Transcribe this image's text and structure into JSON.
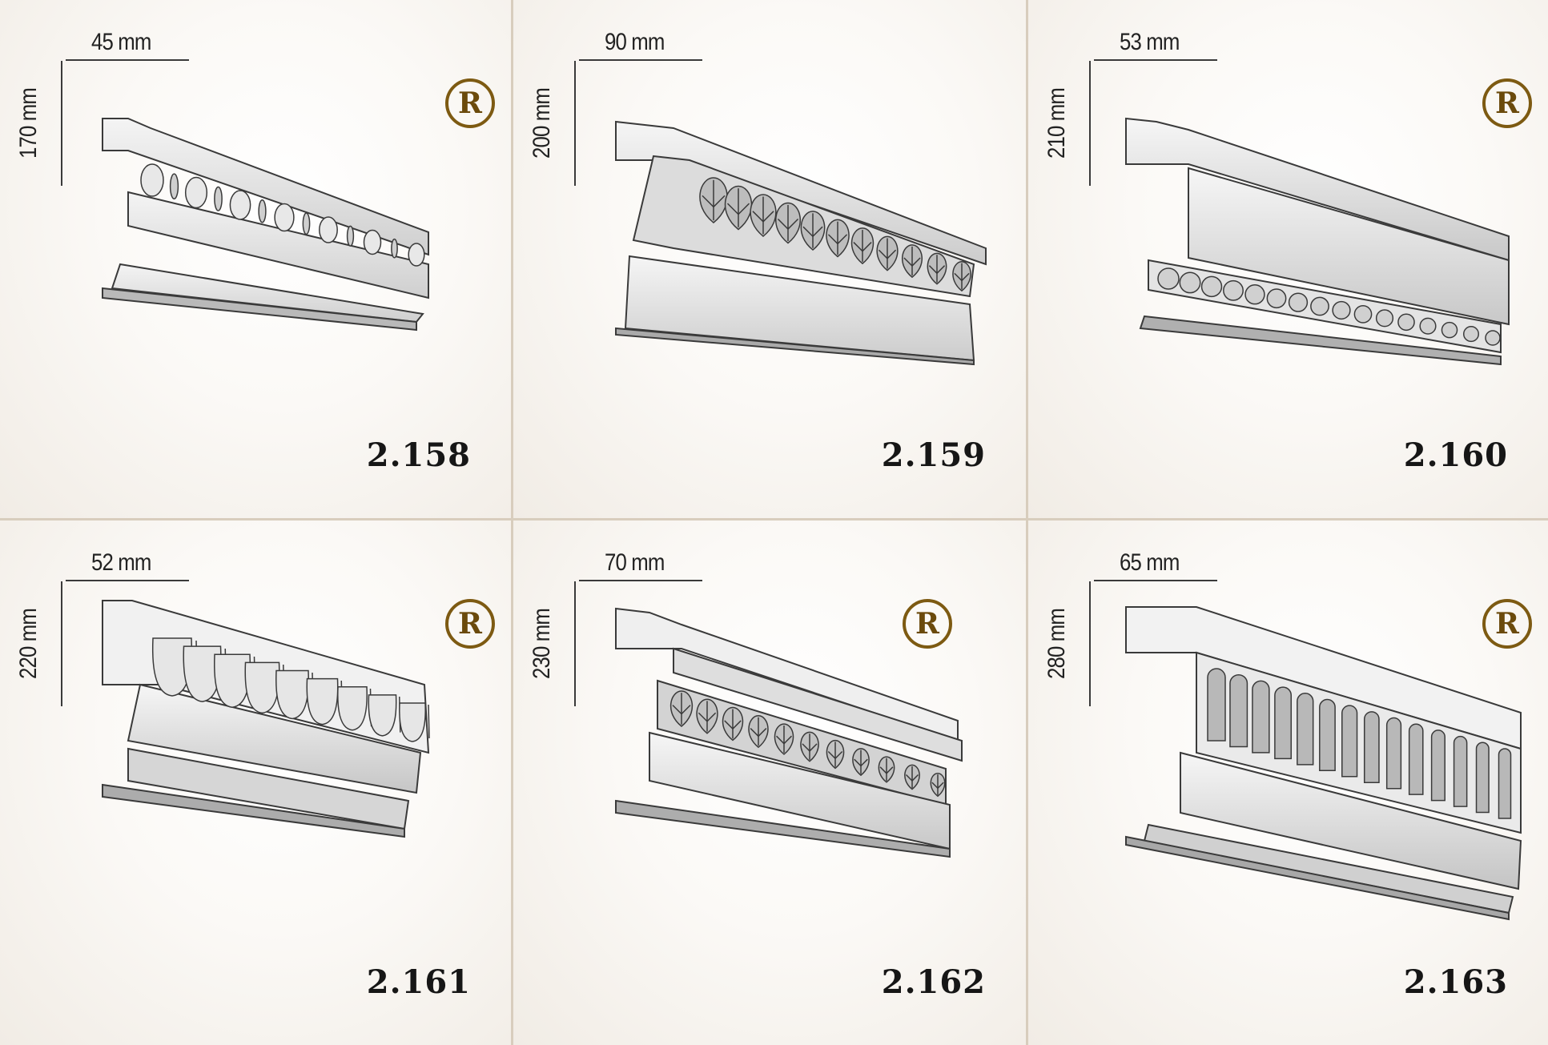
{
  "badge_letter": "R",
  "profiles": [
    {
      "code": "2.158",
      "width": "45 mm",
      "height": "170 mm",
      "ornament": "bead-and-reel",
      "badge": true
    },
    {
      "code": "2.159",
      "width": "90 mm",
      "height": "200 mm",
      "ornament": "acanthus-leaf",
      "badge": false
    },
    {
      "code": "2.160",
      "width": "53 mm",
      "height": "210 mm",
      "ornament": "pearl-beads",
      "badge": true
    },
    {
      "code": "2.161",
      "width": "52 mm",
      "height": "220 mm",
      "ornament": "egg-and-dart",
      "badge": true
    },
    {
      "code": "2.162",
      "width": "70 mm",
      "height": "230 mm",
      "ornament": "acanthus-leaf",
      "badge": true
    },
    {
      "code": "2.163",
      "width": "65 mm",
      "height": "280 mm",
      "ornament": "arch-flutes",
      "badge": true
    }
  ]
}
